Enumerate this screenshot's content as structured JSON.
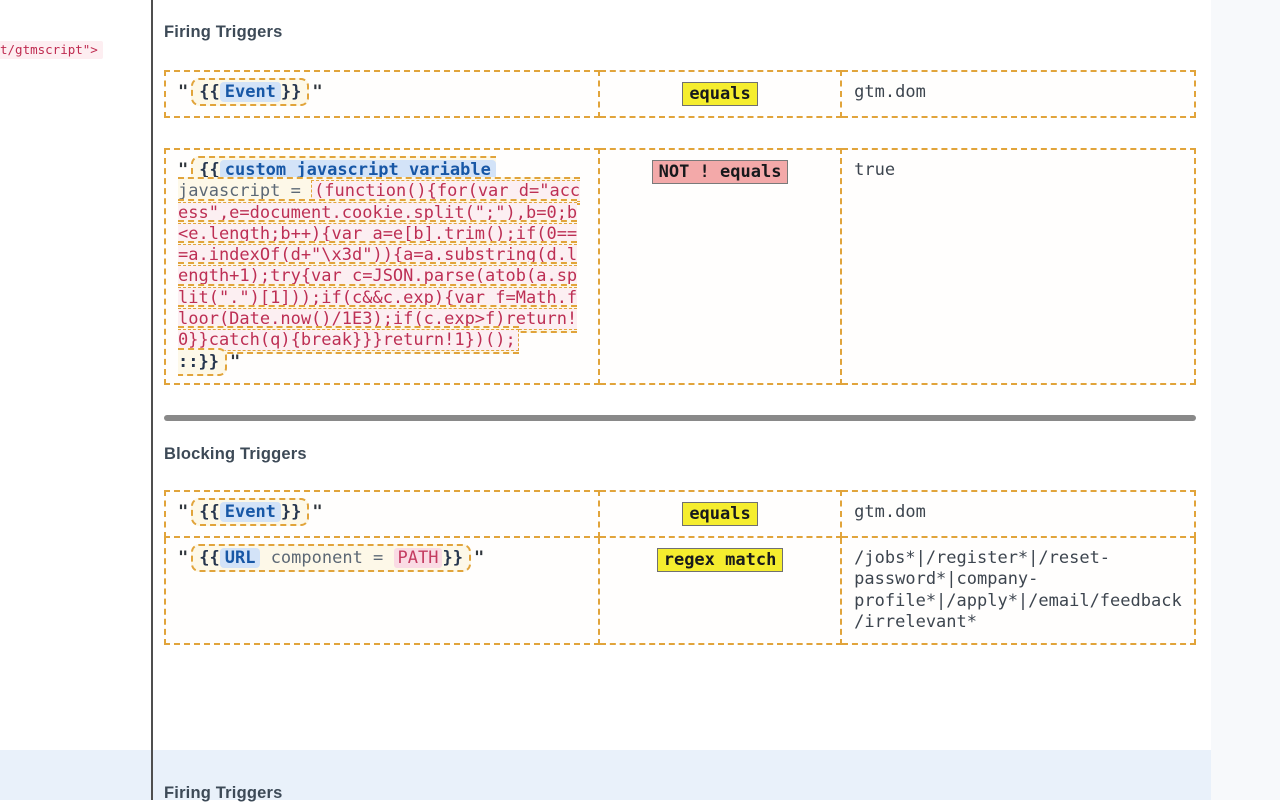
{
  "page": {
    "left_panel": {
      "code_fragment": "t/gtmscript\">"
    },
    "firing": {
      "title": "Firing Triggers",
      "triggers": [
        {
          "conditions": [
            {
              "arg": {
                "quote_open": "\"",
                "open": "{{",
                "parts": [
                  {
                    "type": "var",
                    "text": "Event"
                  }
                ],
                "close": "}}",
                "quote_close": "\""
              },
              "predicate": {
                "label": "equals",
                "negated": false
              },
              "value": "gtm.dom"
            }
          ]
        },
        {
          "conditions": [
            {
              "arg": {
                "quote_open": "\"",
                "open": "{{",
                "parts": [
                  {
                    "type": "var",
                    "text": "custom javascript variable"
                  },
                  {
                    "type": "plain",
                    "text": " javascript = "
                  },
                  {
                    "type": "code",
                    "text": "(function(){for(var d=\"access\",e=document.cookie.split(\";\"),b=0;b<e.length;b++){var a=e[b].trim();if(0===a.indexOf(d+\"\\x3d\")){a=a.substring(d.length+1);try{var c=JSON.parse(atob(a.split(\".\")[1]));if(c&&c.exp){var f=Math.floor(Date.now()/1E3);if(c.exp>f)return!0}}catch(q){break}}}return!1})();"
                  },
                  {
                    "type": "plain",
                    "text": " "
                  }
                ],
                "close": "::}}",
                "quote_close": "\""
              },
              "predicate": {
                "label": "NOT ! equals",
                "negated": true
              },
              "value": "true"
            }
          ]
        }
      ]
    },
    "blocking": {
      "title": "Blocking Triggers",
      "triggers": [
        {
          "conditions": [
            {
              "arg": {
                "quote_open": "\"",
                "open": "{{",
                "parts": [
                  {
                    "type": "var",
                    "text": "Event"
                  }
                ],
                "close": "}}",
                "quote_close": "\""
              },
              "predicate": {
                "label": "equals",
                "negated": false
              },
              "value": "gtm.dom"
            },
            {
              "arg": {
                "quote_open": "\"",
                "open": "{{",
                "parts": [
                  {
                    "type": "var",
                    "text": "URL"
                  },
                  {
                    "type": "plain",
                    "text": " component = "
                  },
                  {
                    "type": "red",
                    "text": "PATH"
                  }
                ],
                "close": "}}",
                "quote_close": "\""
              },
              "predicate": {
                "label": "regex match",
                "negated": false
              },
              "value": "/jobs*|/register*|/reset-password*|company-profile*|/apply*|/email/feedback/irrelevant*"
            }
          ]
        }
      ]
    },
    "next_section": {
      "title": "Firing Triggers"
    },
    "colors": {
      "dashed_accent": "#e1a43b",
      "badge_yellow": "#f5ed2e",
      "badge_negated_pink": "#f3a9a9",
      "variable_blue": "#1757a6",
      "code_red": "#bd2f54",
      "divider_gray": "#898989",
      "next_card_blue": "#e9f1fa"
    }
  }
}
